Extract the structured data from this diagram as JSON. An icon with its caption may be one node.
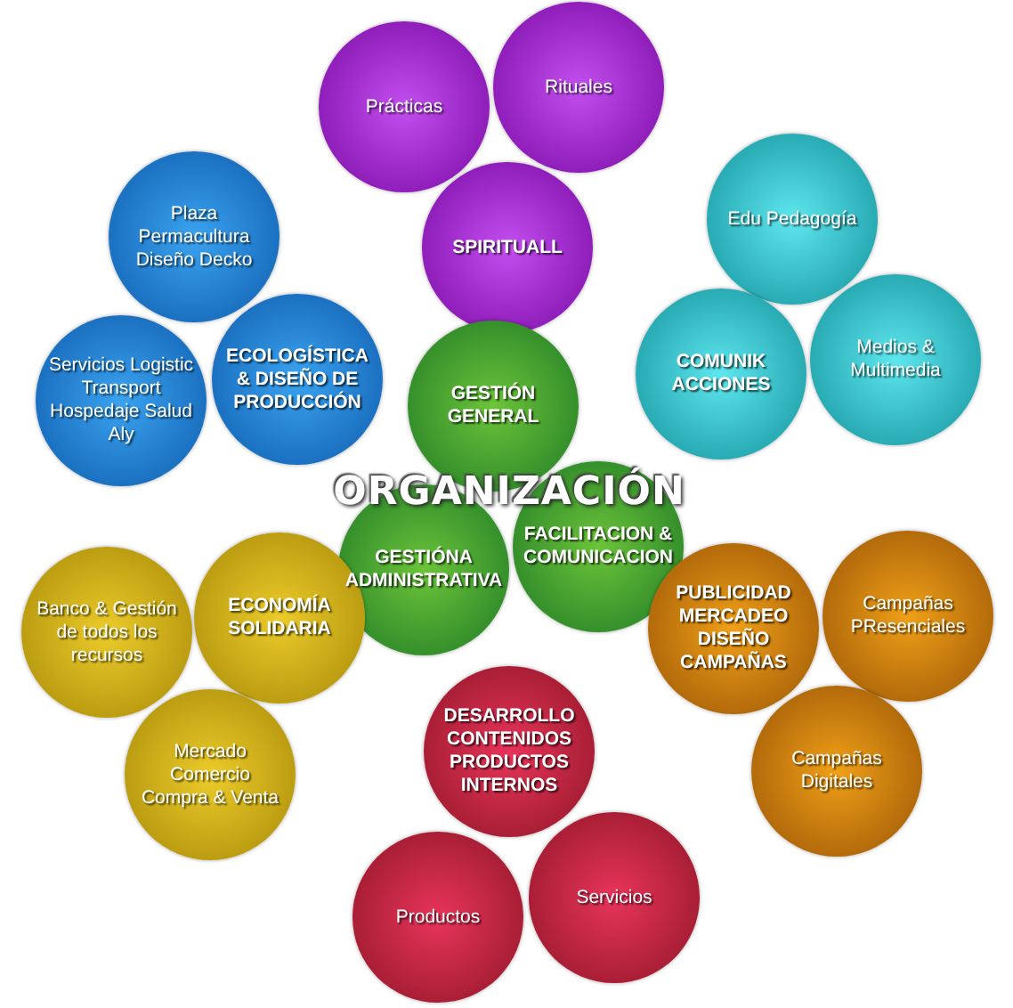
{
  "diagram": {
    "title": "ORGANIZACIÓN",
    "nodes": [
      {
        "text": [
          "Prácticas"
        ]
      },
      {
        "text": [
          "Rituales"
        ]
      },
      {
        "text": [
          "SPIRITUALL"
        ]
      },
      {
        "text": [
          "Plaza Permacultura Diseño Decko"
        ]
      },
      {
        "text": [
          "Edu Pedagogía"
        ]
      },
      {
        "text": [
          "Servicios Logistic Transport Hospedaje Salud Aly"
        ]
      },
      {
        "text": [
          "ECOLOGÍSTICA & DISEÑO DE PRODUCCIÓN"
        ]
      },
      {
        "text": [
          "COMUNIK ACCIONES"
        ]
      },
      {
        "text": [
          "Medios & Multimedia"
        ]
      },
      {
        "text": [
          "GESTIÓN GENERAL"
        ]
      },
      {
        "text": [
          "GESTIÓNA ADMINISTRATIVA"
        ]
      },
      {
        "text": [
          "FACILITACION & COMUNICACION"
        ]
      },
      {
        "text": [
          "Banco & Gestión de todos los recursos"
        ]
      },
      {
        "text": [
          "ECONOMÍA SOLIDARIA"
        ]
      },
      {
        "text": [
          "PUBLICIDAD MERCADEO DISEÑO CAMPAÑAS"
        ]
      },
      {
        "text": [
          "Campañas PResenciales"
        ]
      },
      {
        "text": [
          "Mercado Comercio Compra & Venta"
        ]
      },
      {
        "text": [
          "DESARROLLO CONTENIDOS PRODUCTOS INTERNOS"
        ]
      },
      {
        "text": [
          "Campañas Digitales"
        ]
      },
      {
        "text": [
          "Productos"
        ]
      },
      {
        "text": [
          "Servicios"
        ]
      }
    ],
    "edges": []
  }
}
